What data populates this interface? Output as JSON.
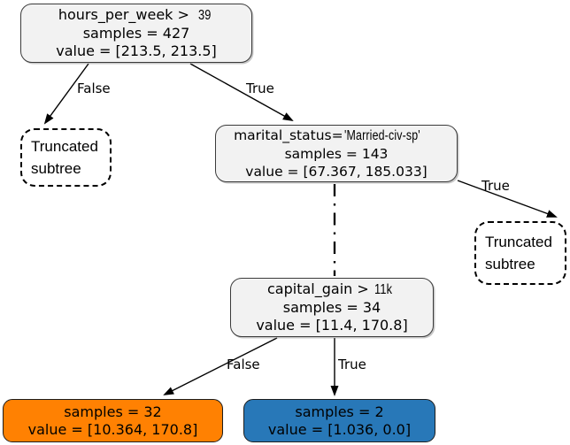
{
  "diagram": {
    "type": "decision-tree",
    "nodes": {
      "root": {
        "condition_left": "hours_per_week >",
        "condition_value": "39",
        "samples": "samples = 427",
        "value": "value = [213.5, 213.5]"
      },
      "marital": {
        "condition_left": "marital_status=",
        "condition_value": "'Married-civ-sp'",
        "samples": "samples = 143",
        "value": "value = [67.367, 185.033]"
      },
      "capital": {
        "condition_left": "capital_gain >",
        "condition_value": "11k",
        "samples": "samples = 34",
        "value": "value = [11.4, 170.8]"
      },
      "leaf_left": {
        "samples": "samples = 32",
        "value": "value = [10.364, 170.8]",
        "color": "#ff8102"
      },
      "leaf_right": {
        "samples": "samples = 2",
        "value": "value = [1.036, 0.0]",
        "color": "#2878b8"
      },
      "truncated_left": {
        "line1": "Truncated",
        "line2": "subtree"
      },
      "truncated_right": {
        "line1": "Truncated",
        "line2": "subtree"
      }
    },
    "edges": {
      "root_false_label": "False",
      "root_true_label": "True",
      "marital_true_label": "True",
      "capital_false_label": "False",
      "capital_true_label": "True"
    },
    "colors": {
      "node_fill": "#f2f2f2",
      "node_border": "#3b3b3b",
      "leaf_orange": "#ff8102",
      "leaf_blue": "#2878b8",
      "edge_stroke": "#000000"
    }
  }
}
